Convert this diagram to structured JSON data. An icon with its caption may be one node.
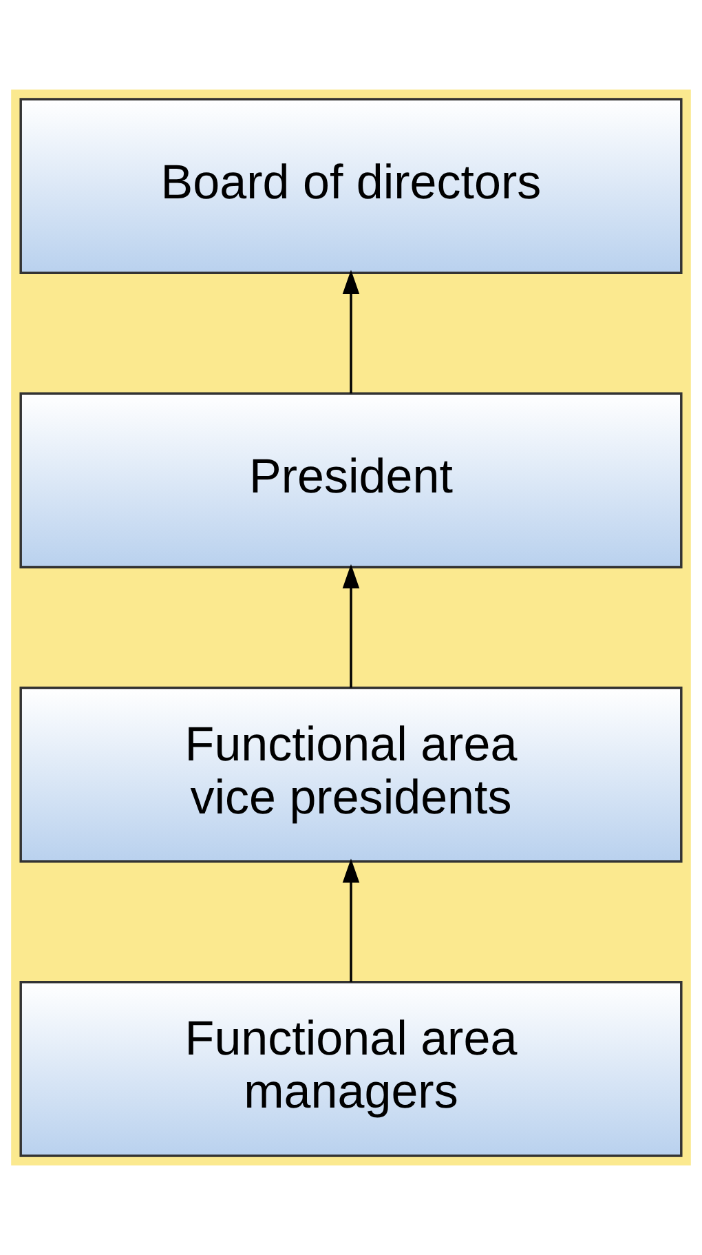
{
  "diagram": {
    "nodes": [
      {
        "text": [
          "Board of directors"
        ]
      },
      {
        "text": [
          "President"
        ]
      },
      {
        "text": [
          "Functional area vice presidents"
        ]
      },
      {
        "text": [
          "Functional area managers"
        ]
      }
    ],
    "edges": [
      {
        "from": 1,
        "to": 0,
        "arrow": "to"
      },
      {
        "from": 2,
        "to": 1,
        "arrow": "to"
      },
      {
        "from": 3,
        "to": 2,
        "arrow": "to"
      }
    ]
  }
}
